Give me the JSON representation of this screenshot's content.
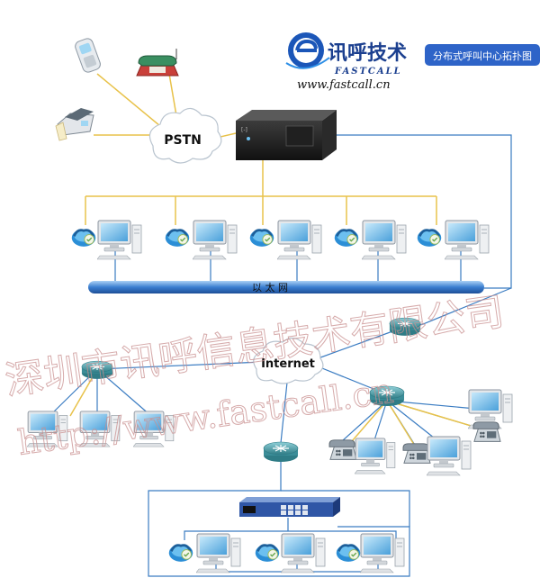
{
  "brand": {
    "logo_text": "讯呼技术",
    "logo_sub": "FASTCALL",
    "url": "www.fastcall.cn",
    "badge": "分布式呼叫中心拓扑图"
  },
  "nodes": {
    "pstn": "PSTN",
    "internet": "Internet",
    "ethernet": "以 太 网",
    "server_tag": "[-]"
  },
  "watermark": {
    "company": "深圳市讯呼信息技术有限公司",
    "site": "http://www.fastcall.cn"
  },
  "icons": {
    "mobile": "mobile-phone-icon",
    "telephone": "desk-telephone-icon",
    "fax": "fax-machine-icon",
    "server": "rack-server-icon",
    "router": "router-icon",
    "computer": "computer-icon",
    "softphone": "softphone-icon",
    "ip_phone": "ip-phone-icon",
    "voice_gateway": "voice-gateway-icon"
  },
  "colors": {
    "link_blue": "#3a7cc2",
    "link_yellow": "#e8c24a",
    "badge_blue": "#2e64c8",
    "router_teal": "#4b9aa6",
    "ethernet_bar": "#3a7ed0",
    "watermark": "#d6a7a7"
  }
}
